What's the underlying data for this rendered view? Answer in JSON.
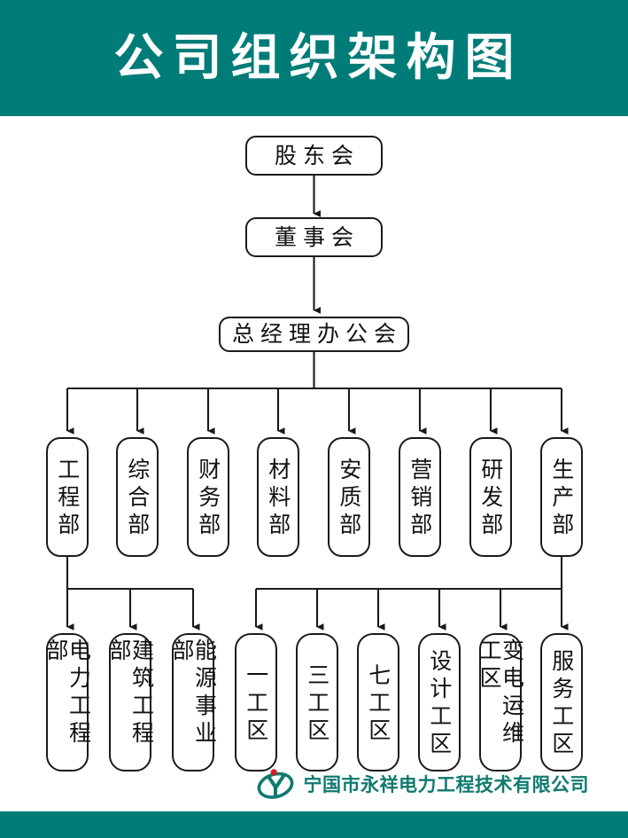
{
  "header": {
    "title": "公司组织架构图",
    "background_color": "#007C78",
    "text_color": "#FFFFFF"
  },
  "footer": {
    "company_name": "宁国市永祥电力工程技术有限公司",
    "logo_name": "yongxiang-company-logo",
    "text_color": "#0F7A6E",
    "band_color": "#007C78"
  },
  "chart": {
    "type": "org-chart",
    "levels": [
      {
        "level": 1,
        "nodes": [
          {
            "id": "shareholders",
            "label": "股东会",
            "orientation": "horizontal"
          }
        ]
      },
      {
        "level": 2,
        "nodes": [
          {
            "id": "board",
            "label": "董事会",
            "orientation": "horizontal"
          }
        ]
      },
      {
        "level": 3,
        "nodes": [
          {
            "id": "gm-office",
            "label": "总经理办公会",
            "orientation": "horizontal"
          }
        ]
      },
      {
        "level": 4,
        "nodes": [
          {
            "id": "dept-engineering",
            "label": "工程部",
            "orientation": "vertical"
          },
          {
            "id": "dept-general",
            "label": "综合部",
            "orientation": "vertical"
          },
          {
            "id": "dept-finance",
            "label": "财务部",
            "orientation": "vertical"
          },
          {
            "id": "dept-materials",
            "label": "材料部",
            "orientation": "vertical"
          },
          {
            "id": "dept-safety",
            "label": "安质部",
            "orientation": "vertical"
          },
          {
            "id": "dept-marketing",
            "label": "营销部",
            "orientation": "vertical"
          },
          {
            "id": "dept-rnd",
            "label": "研发部",
            "orientation": "vertical"
          },
          {
            "id": "dept-production",
            "label": "生产部",
            "orientation": "vertical"
          }
        ]
      },
      {
        "level": 5,
        "nodes": [
          {
            "id": "unit-power-eng",
            "label": "电力工程部",
            "orientation": "vertical",
            "parent": "dept-engineering"
          },
          {
            "id": "unit-building-eng",
            "label": "建筑工程部",
            "orientation": "vertical",
            "parent": "dept-engineering"
          },
          {
            "id": "unit-energy-biz",
            "label": "能源事业部",
            "orientation": "vertical",
            "parent": "dept-engineering"
          },
          {
            "id": "unit-area-1",
            "label": "一工区",
            "orientation": "vertical",
            "parent": "dept-production"
          },
          {
            "id": "unit-area-3",
            "label": "三工区",
            "orientation": "vertical",
            "parent": "dept-production"
          },
          {
            "id": "unit-area-7",
            "label": "七工区",
            "orientation": "vertical",
            "parent": "dept-production"
          },
          {
            "id": "unit-design",
            "label": "设计工区",
            "orientation": "vertical",
            "parent": "dept-production"
          },
          {
            "id": "unit-substation",
            "label": "变电运维工区",
            "orientation": "vertical",
            "parent": "dept-production"
          },
          {
            "id": "unit-service",
            "label": "服务工区",
            "orientation": "vertical",
            "parent": "dept-production"
          }
        ]
      }
    ],
    "connector_color": "#1a1a1a",
    "box_border_color": "#1a1a1a",
    "box_fill_color": "#FFFFFF"
  }
}
